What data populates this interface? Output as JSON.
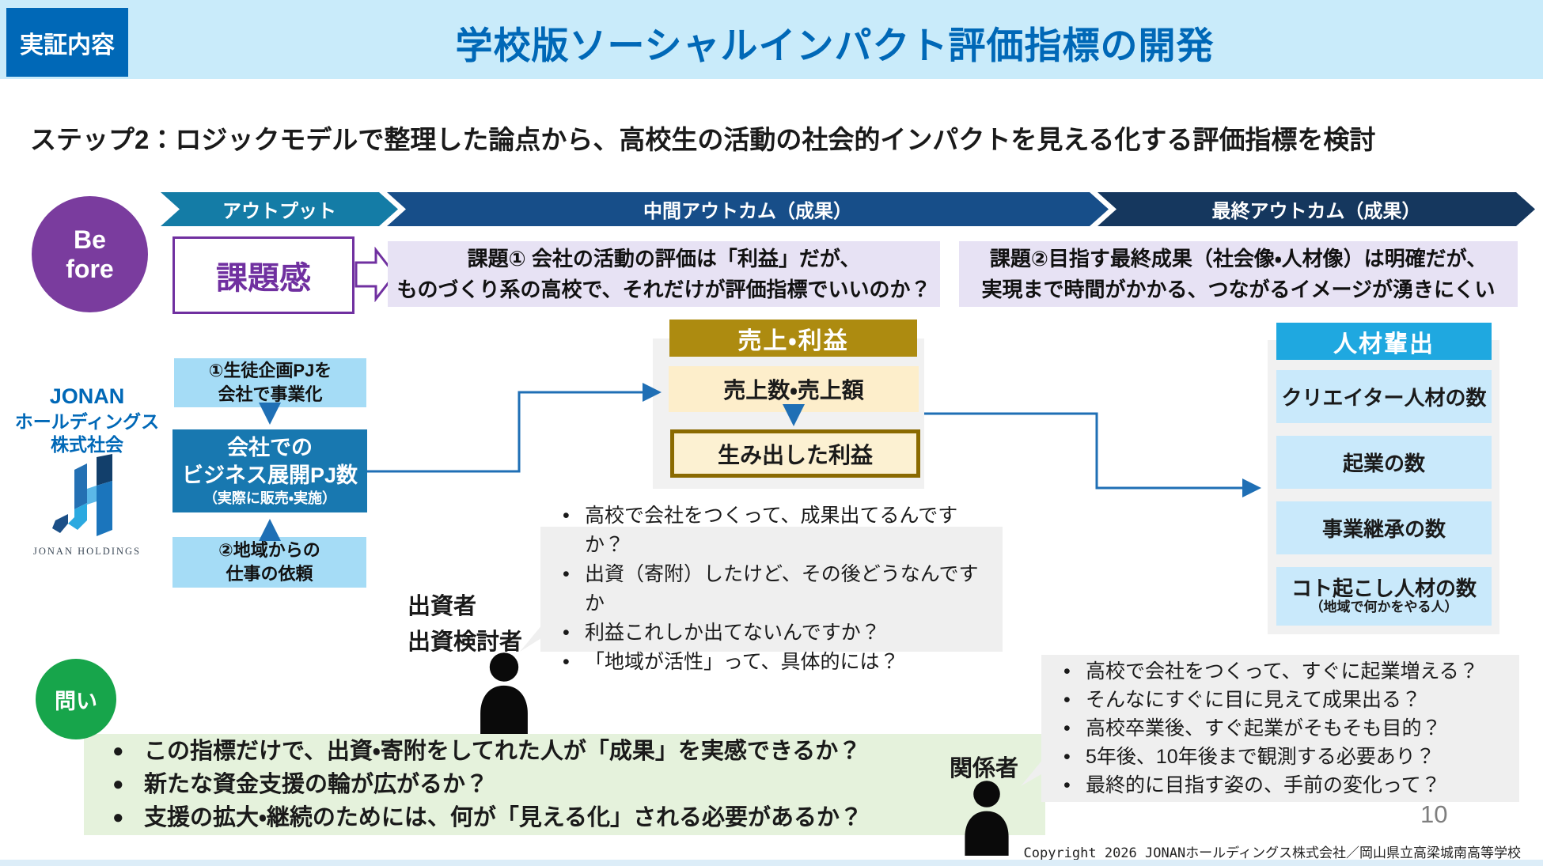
{
  "header": {
    "tag": "実証内容",
    "title": "学校版ソーシャルインパクト評価指標の開発"
  },
  "subtitle": "ステップ2：ロジックモデルで整理した論点から、高校生の活動の社会的インパクトを見える化する評価指標を検討",
  "before_badge": {
    "line1": "Be",
    "line2": "fore"
  },
  "bands": {
    "output": "アウトプット",
    "intermediate": "中間アウトカム（成果）",
    "final": "最終アウトカム（成果）"
  },
  "issue_label": "課題感",
  "issue1": {
    "line1": "課題① 会社の活動の評価は「利益」だが、",
    "line2": "ものづくり系の高校で、それだけが評価指標でいいのか？"
  },
  "issue2": {
    "line1": "課題②目指す最終成果（社会像・人材像）は明確だが、",
    "line2": "実現まで時間がかかる、つながるイメージが湧きにくい"
  },
  "company": {
    "line1": "JONAN",
    "line2": "ホールディングス",
    "line3": "株式社会",
    "logo_caption": "JONAN HOLDINGS"
  },
  "flow": {
    "input1": {
      "line1": "①生徒企画PJを",
      "line2": "会社で事業化"
    },
    "main": {
      "line1": "会社での",
      "line2": "ビジネス展開PJ数",
      "line3": "（実際に販売・実施）"
    },
    "input2": {
      "line1": "②地域からの",
      "line2": "仕事の依頼"
    }
  },
  "sales": {
    "header": "売上・利益",
    "item1": "売上数・売上額",
    "item2": "生み出した利益"
  },
  "talent": {
    "header": "人材輩出",
    "items": [
      "クリエイター人材の数",
      "起業の数",
      "事業継承の数",
      "コト起こし人材の数"
    ],
    "item4_sub": "（地域で何かをやる人）"
  },
  "investors": {
    "label1": "出資者",
    "label2": "出資検討者",
    "bullets": [
      "高校で会社をつくって、成果出てるんですか？",
      "出資（寄附）したけど、その後どうなんですか",
      "利益これしか出てないんですか？",
      "「地域が活性」って、具体的には？"
    ]
  },
  "question": {
    "badge": "問い",
    "bullets": [
      "この指標だけで、出資・寄附をしてれた人が「成果」を実感できるか？",
      "新たな資金支援の輪が広がるか？",
      "支援の拡大・継続のためには、何が「見える化」される必要があるか？"
    ]
  },
  "stakeholders": {
    "label": "関係者",
    "bullets": [
      "高校で会社をつくって、すぐに起業増える？",
      "そんなにすぐに目に見えて成果出る？",
      "高校卒業後、すぐ起業がそもそも目的？",
      "5年後、10年後まで観測する必要あり？",
      "最終的に目指す姿の、手前の変化って？"
    ]
  },
  "page_number": "10",
  "copyright": "Copyright 2026 JONANホールディングス株式会社／岡山県立高梁城南高等学校",
  "colors": {
    "brand_blue": "#0068B7",
    "header_band": "#C9EBFA",
    "band_teal": "#147CA6",
    "band_mid": "#174E89",
    "band_dark": "#15375E",
    "purple": "#7030A0",
    "purple_circle": "#7A3C9E",
    "gold": "#AD8B10",
    "cyan": "#1FA8E0",
    "green": "#17A54B",
    "connector_blue": "#1F6FB5"
  }
}
